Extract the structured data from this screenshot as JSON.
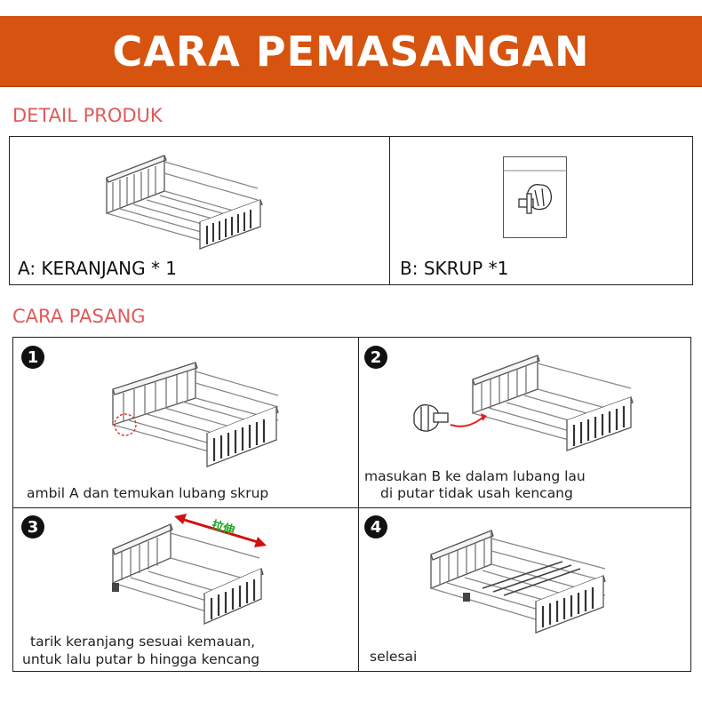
{
  "banner": {
    "title": "CARA PEMASANGAN",
    "color": "#d6540f"
  },
  "detail": {
    "title": "DETAIL PRODUK",
    "items": [
      {
        "label": "A: KERANJANG * 1"
      },
      {
        "label": "B: SKRUP *1"
      }
    ]
  },
  "install": {
    "title": "CARA PASANG",
    "steps": [
      {
        "number": "1",
        "lines": [
          "ambil A dan temukan lubang skrup"
        ]
      },
      {
        "number": "2",
        "lines": [
          "masukan B ke dalam lubang lau",
          "di putar tidak usah kencang"
        ]
      },
      {
        "number": "3",
        "lines": [
          "tarik keranjang sesuai kemauan,",
          "untuk  lalu putar b hingga kencang"
        ],
        "arrow_label": "拉伸"
      },
      {
        "number": "4",
        "lines": [
          "selesai"
        ]
      }
    ]
  },
  "colors": {
    "accent_red": "#e05a5a",
    "arrow_red": "#e02020",
    "arrow_label_green": "#1aa51a"
  }
}
